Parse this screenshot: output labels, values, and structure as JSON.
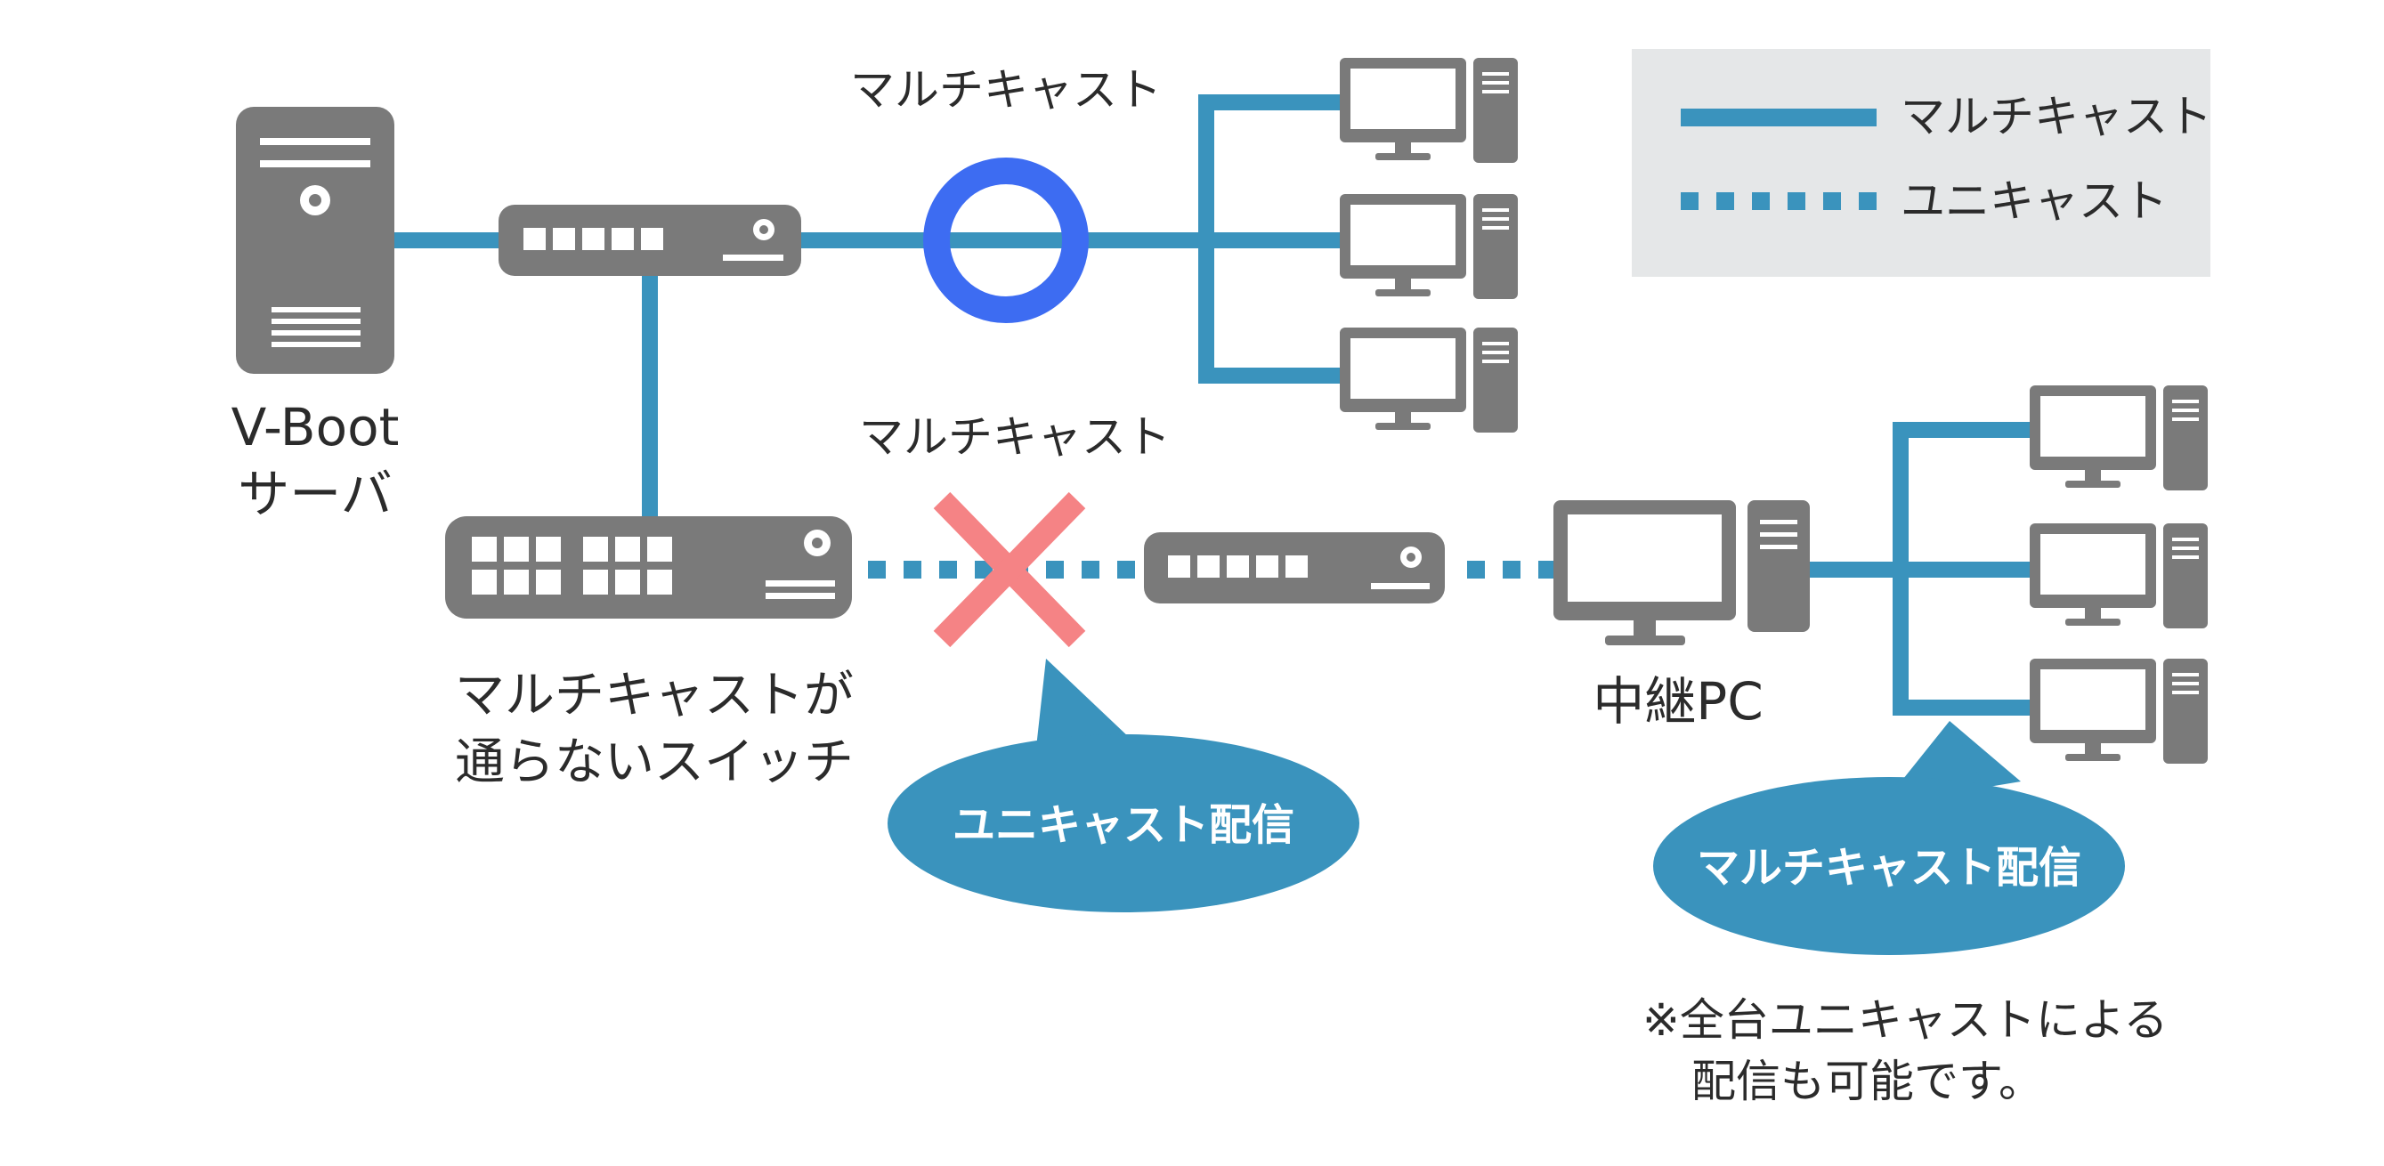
{
  "legend": {
    "multicast_label": "マルチキャスト",
    "unicast_label": "ユニキャスト"
  },
  "labels": {
    "multicast_top": "マルチキャスト",
    "multicast_mid": "マルチキャスト",
    "server_line1": "V-Boot",
    "server_line2": "サーバ",
    "switch_line1": "マルチキャストが",
    "switch_line2": "通らないスイッチ",
    "relay_pc": "中継PC",
    "note_line1": "※全台ユニキャストによる",
    "note_line2": "配信も可能です。"
  },
  "callouts": {
    "unicast": "ユニキャスト配信",
    "multicast": "マルチキャスト配信"
  },
  "colors": {
    "line": "#3a93bd",
    "device": "#7a7a7a",
    "legend_bg": "#e5e7e8",
    "ring": "#3d6cf2",
    "cross": "#f58385",
    "callout": "#3a93bd"
  }
}
